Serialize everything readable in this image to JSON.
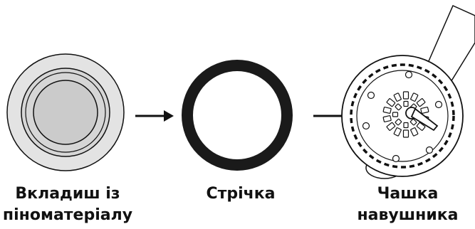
{
  "labels": {
    "foam": [
      "Вкладиш із",
      "піноматеріалу"
    ],
    "tape": "Стрічка",
    "cup": [
      "Чашка",
      "навушника"
    ]
  },
  "colors": {
    "foam_outer": "#e3e3e3",
    "foam_mid": "#d4d4d4",
    "foam_inner": "#cbcbcb",
    "ring": "#1a1a1a",
    "stroke": "#111111",
    "cup_fill": "#ffffff"
  }
}
